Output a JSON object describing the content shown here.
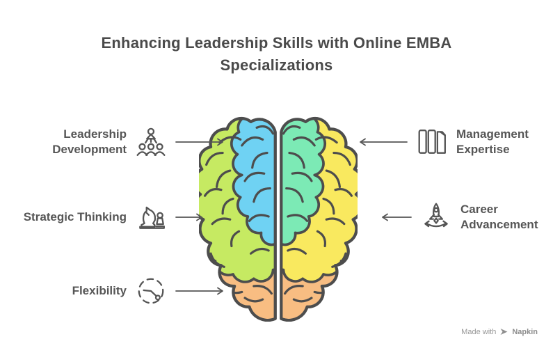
{
  "title": "Enhancing Leadership Skills with Online EMBA Specializations",
  "diagram": {
    "left_items": [
      {
        "label": "Leadership Development",
        "icon": "team-leadership-icon"
      },
      {
        "label": "Strategic Thinking",
        "icon": "chess-strategy-icon"
      },
      {
        "label": "Flexibility",
        "icon": "flexible-clock-icon"
      }
    ],
    "right_items": [
      {
        "label": "Management Expertise",
        "icon": "books-icon"
      },
      {
        "label": "Career Advancement",
        "icon": "rocket-launch-icon"
      }
    ],
    "brain_colors": {
      "frontal_left": "#6FD2F3",
      "frontal_right": "#7CEAB5",
      "parietal_left": "#C6EA62",
      "parietal_right": "#F9E95F",
      "temporal": "#F8BD82",
      "outline": "#4D4D4D"
    }
  },
  "watermark": {
    "prefix": "Made with",
    "brand": "Napkin"
  }
}
